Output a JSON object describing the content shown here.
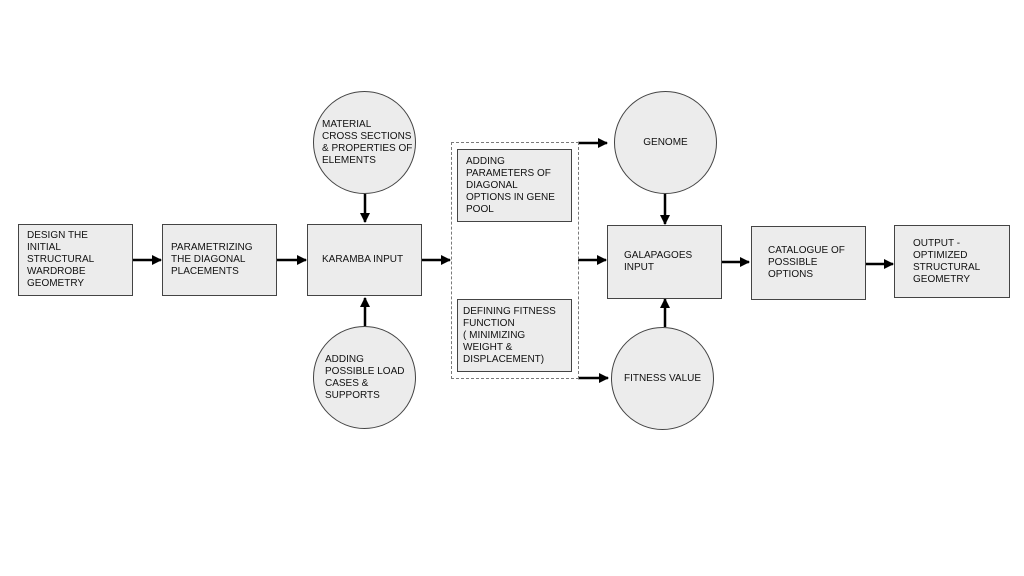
{
  "nodes": {
    "design_initial": "DESIGN THE INITIAL\nSTRUCTURAL\nWARDROBE\nGEOMETRY",
    "parametrizing": "PARAMETRIZING\nTHE DIAGONAL\nPLACEMENTS",
    "karamba_input": "KARAMBA INPUT",
    "material": "MATERIAL\nCROSS SECTIONS\n& PROPERTIES OF\nELEMENTS",
    "load_cases": "ADDING\nPOSSIBLE LOAD\nCASES &\nSUPPORTS",
    "adding_parameters": "ADDING\nPARAMETERS OF\nDIAGONAL\nOPTIONS IN GENE\nPOOL",
    "defining_fitness": "DEFINING FITNESS\nFUNCTION\n( MINIMIZING\nWEIGHT &\nDISPLACEMENT)",
    "genome": "GENOME",
    "galapagoes_input": "GALAPAGOES\nINPUT",
    "fitness_value": "FITNESS VALUE",
    "catalogue": "CATALOGUE OF\nPOSSIBLE\nOPTIONS",
    "output": "OUTPUT -\nOPTIMIZED\nSTRUCTURAL\nGEOMETRY"
  }
}
